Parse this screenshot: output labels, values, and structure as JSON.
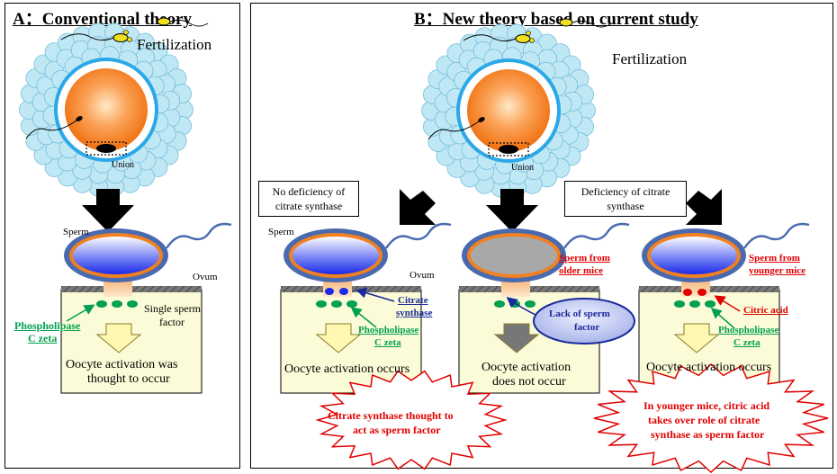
{
  "panel_a": {
    "heading": "A：Conventional theory",
    "fertilization": "Fertilization",
    "union": "Union",
    "sperm": "Sperm",
    "ovum": "Ovum",
    "single_factor": [
      "Single sperm",
      "factor"
    ],
    "plc": [
      "Phospholipase",
      "C zeta"
    ],
    "result": [
      "Oocyte activation was",
      "thought to occur"
    ]
  },
  "panel_b": {
    "heading": "B：New theory based on current study",
    "fertilization": "Fertilization",
    "union": "Union",
    "no_deficiency_box": [
      "No deficiency of",
      "citrate synthase"
    ],
    "deficiency_box": [
      "Deficiency of citrate",
      "synthase"
    ],
    "case1": {
      "sperm": "Sperm",
      "ovum": "Ovum",
      "citrate": [
        "Citrate",
        "synthase"
      ],
      "plc": [
        "Phospholipase",
        "C zeta"
      ],
      "result": "Oocyte activation occurs"
    },
    "case2": {
      "sperm_label": [
        "Sperm from",
        "older mice"
      ],
      "lack": [
        "Lack of sperm",
        "factor"
      ],
      "result": [
        "Oocyte activation",
        "does not occur"
      ]
    },
    "case3": {
      "sperm_label": [
        "Sperm from",
        "younger mice"
      ],
      "citric": "Citric acid",
      "plc": [
        "Phospholipase",
        "C zeta"
      ],
      "result": "Oocyte activation occurs"
    },
    "burst_left": [
      "Citrate synthase thought to",
      "act as sperm factor"
    ],
    "burst_right": [
      "In younger mice, citric acid",
      "takes over role of citrate",
      "synthase as sperm factor"
    ]
  },
  "colors": {
    "orange": "#f08020",
    "cell_blue": "#5aa8e0",
    "sperm_blue": "#2a3aee",
    "green": "#00a050",
    "red": "#e00000",
    "ovum_fill": "#fbfbd8"
  }
}
